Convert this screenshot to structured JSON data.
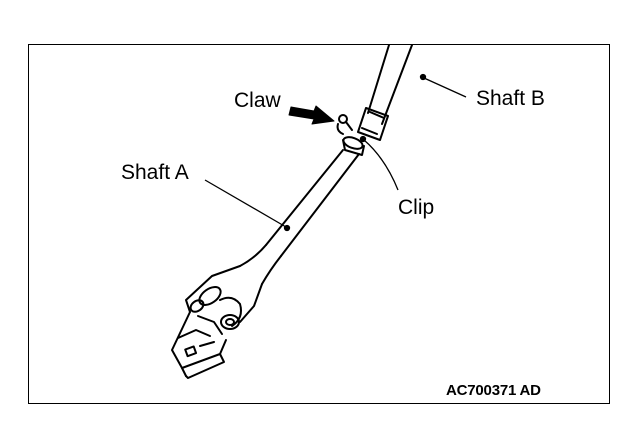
{
  "labels": {
    "claw": "Claw",
    "shaft_a": "Shaft A",
    "shaft_b": "Shaft B",
    "clip": "Clip"
  },
  "figure_code": "AC700371 AD",
  "colors": {
    "line": "#000000",
    "background": "#ffffff"
  },
  "icons": {
    "pointer": "solid-arrow-icon"
  }
}
